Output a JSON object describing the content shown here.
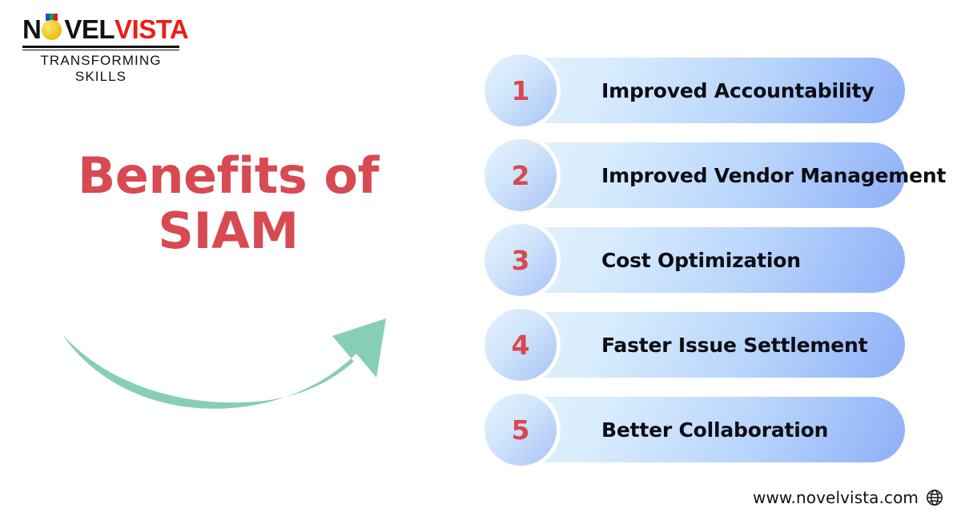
{
  "brand": {
    "logo": {
      "part1": "N",
      "medal_icon": "medal-icon",
      "part2": "VEL",
      "part3": "VISTA",
      "tagline": "TRANSFORMING SKILLS"
    },
    "colors": {
      "logo_black": "#111111",
      "logo_red": "#ee1c18",
      "title_red": "#d74a52",
      "number_red": "#d9484f",
      "arrow_green": "#86cfb4",
      "pill_light": "#e2f2fd",
      "pill_dark": "#8eaff8",
      "badge_light": "#e4f2fd",
      "badge_dark": "#a8c3f7",
      "background": "#ffffff"
    }
  },
  "title": {
    "line1": "Benefits of",
    "line2": "SIAM"
  },
  "decoration": {
    "arrow_icon": "curved-arrow-icon"
  },
  "benefits": [
    {
      "number": "1",
      "label": "Improved Accountability"
    },
    {
      "number": "2",
      "label": "Improved Vendor Management"
    },
    {
      "number": "3",
      "label": "Cost Optimization"
    },
    {
      "number": "4",
      "label": "Faster Issue Settlement"
    },
    {
      "number": "5",
      "label": "Better Collaboration"
    }
  ],
  "footer": {
    "url": "www.novelvista.com",
    "globe_icon": "globe-icon"
  }
}
